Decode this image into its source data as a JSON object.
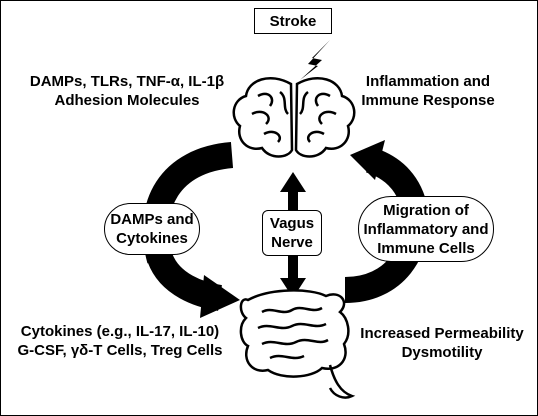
{
  "top_box": "Stroke",
  "brain_left": {
    "line1": "DAMPs, TLRs, TNF-α, IL-1β",
    "line2": "Adhesion Molecules"
  },
  "brain_right": {
    "line1": "Inflammation and",
    "line2": "Immune Response"
  },
  "left_pill": {
    "line1": "DAMPs and",
    "line2": "Cytokines"
  },
  "center_box": {
    "line1": "Vagus",
    "line2": "Nerve"
  },
  "right_pill": {
    "line1": "Migration of",
    "line2": "Inflammatory and",
    "line3": "Immune Cells"
  },
  "gut_left": {
    "line1": "Cytokines (e.g., IL-17, IL-10)",
    "line2": "G-CSF,  γδ-T Cells, Treg Cells"
  },
  "gut_right": {
    "line1": "Increased Permeability",
    "line2": "Dysmotility"
  },
  "icons": [
    "lightning-icon",
    "brain-icon",
    "intestine-icon"
  ]
}
